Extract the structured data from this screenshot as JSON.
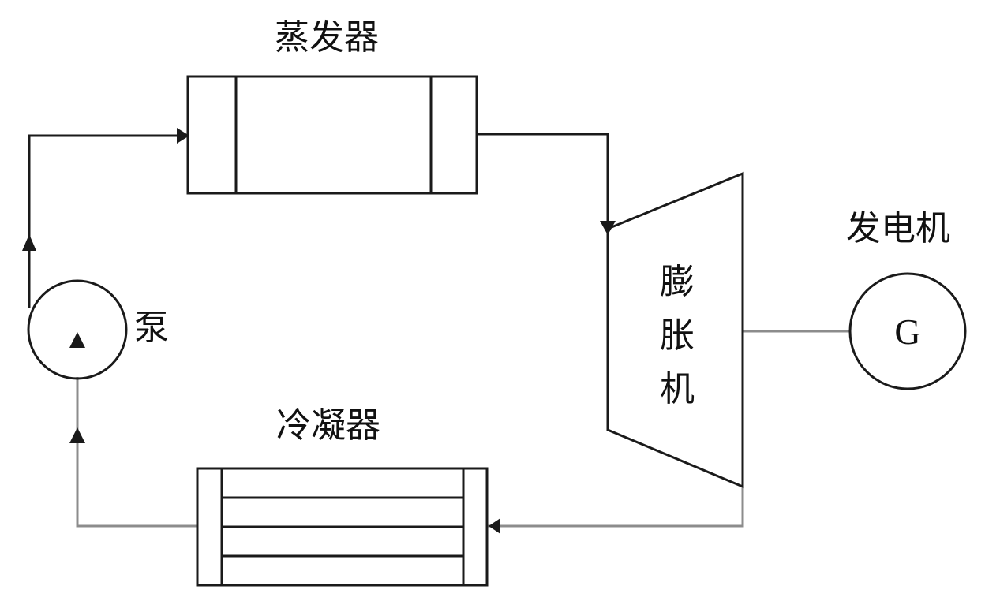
{
  "labels": {
    "evaporator": "蒸发器",
    "condenser": "冷凝器",
    "pump": "泵",
    "expander_line1": "膨",
    "expander_line2": "胀",
    "expander_line3": "机",
    "generator": "发电机",
    "generator_symbol": "G"
  },
  "colors": {
    "line_dark": "#1a1a1a",
    "line_gray": "#8c8c8c",
    "background": "#ffffff"
  }
}
